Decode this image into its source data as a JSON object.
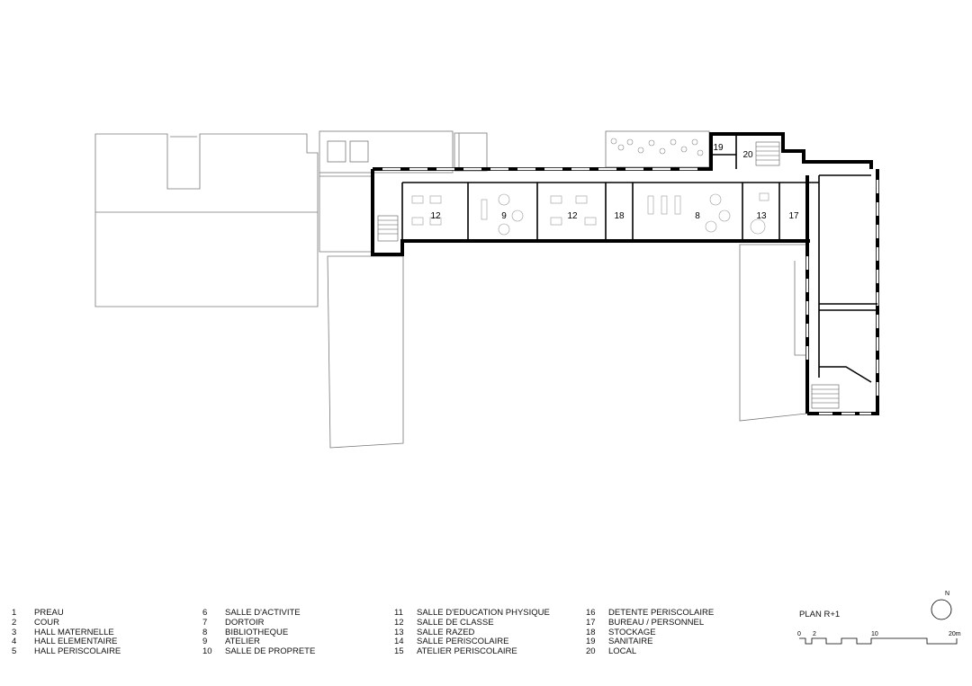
{
  "rooms": [
    {
      "number": "12"
    },
    {
      "number": "9"
    },
    {
      "number": "12"
    },
    {
      "number": "18"
    },
    {
      "number": "8"
    },
    {
      "number": "13"
    },
    {
      "number": "17"
    },
    {
      "number": "19"
    },
    {
      "number": "20"
    }
  ],
  "legend": [
    [
      {
        "num": "1",
        "label": "PREAU"
      },
      {
        "num": "2",
        "label": "COUR"
      },
      {
        "num": "3",
        "label": "HALL MATERNELLE"
      },
      {
        "num": "4",
        "label": "HALL ELEMENTAIRE"
      },
      {
        "num": "5",
        "label": "HALL PERISCOLAIRE"
      }
    ],
    [
      {
        "num": "6",
        "label": "SALLE D'ACTIVITE"
      },
      {
        "num": "7",
        "label": "DORTOIR"
      },
      {
        "num": "8",
        "label": "BIBLIOTHEQUE"
      },
      {
        "num": "9",
        "label": "ATELIER"
      },
      {
        "num": "10",
        "label": "SALLE DE PROPRETE"
      }
    ],
    [
      {
        "num": "11",
        "label": "SALLE D'EDUCATION PHYSIQUE"
      },
      {
        "num": "12",
        "label": "SALLE DE CLASSE"
      },
      {
        "num": "13",
        "label": "SALLE RAZED"
      },
      {
        "num": "14",
        "label": "SALLE PERISCOLAIRE"
      },
      {
        "num": "15",
        "label": "ATELIER PERISCOLAIRE"
      }
    ],
    [
      {
        "num": "16",
        "label": "DETENTE PERISCOLAIRE"
      },
      {
        "num": "17",
        "label": "BUREAU / PERSONNEL"
      },
      {
        "num": "18",
        "label": "STOCKAGE"
      },
      {
        "num": "19",
        "label": "SANITAIRE"
      },
      {
        "num": "20",
        "label": "LOCAL"
      }
    ]
  ],
  "plan_title": "PLAN R+1",
  "scale": {
    "labels": [
      "0",
      "2",
      "10",
      "20m"
    ]
  },
  "north": {
    "label": "N"
  }
}
